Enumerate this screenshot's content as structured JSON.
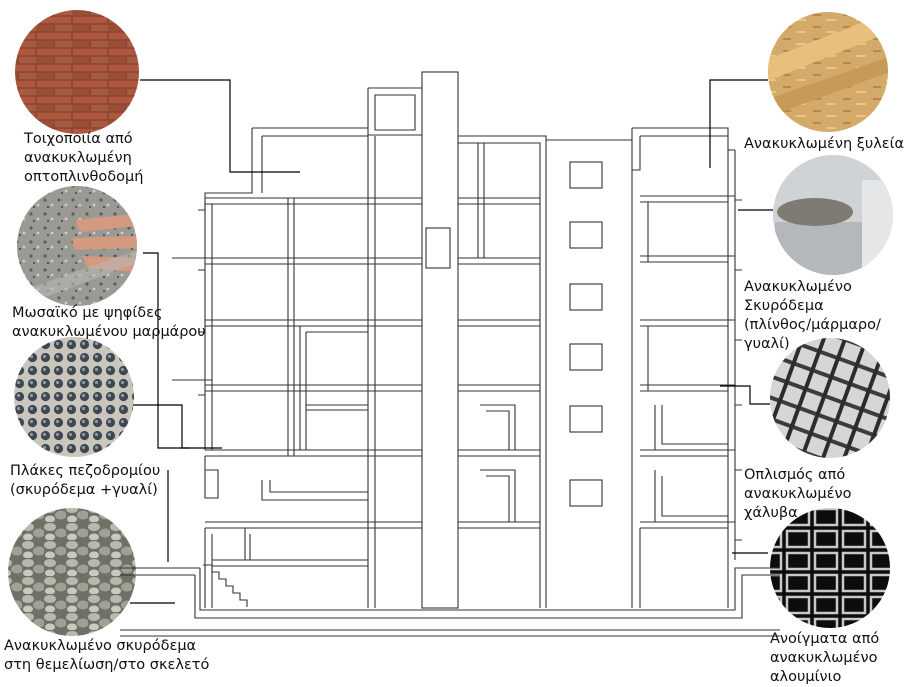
{
  "materials": {
    "brick_wall": {
      "lines": [
        "Τοιχοποιία από",
        "ανακυκλωμένη",
        "οπτοπλινθοδομή"
      ],
      "icon": "bricks-photo"
    },
    "mosaic": {
      "lines": [
        "Μωσαϊκό με ψηφίδες",
        "ανακυκλωμένου μαρμάρου"
      ],
      "icon": "marble-mosaic-photo"
    },
    "paving": {
      "lines": [
        "Πλάκες πεζοδρομίου",
        "(σκυρόδεμα +γυαλί)"
      ],
      "icon": "glass-paving-photo"
    },
    "foundation": {
      "lines": [
        "Ανακυκλωμένο σκυρόδεμα",
        "στη θεμελίωση/στο σκελετό"
      ],
      "icon": "crushed-concrete-photo"
    },
    "timber": {
      "lines": [
        "Ανακυκλωμένη ξυλεία"
      ],
      "icon": "timber-photo"
    },
    "concrete": {
      "lines": [
        "Ανακυκλωμένο",
        "Σκυρόδεμα",
        "(πλίνθος/μάρμαρο/",
        "γυαλί)"
      ],
      "icon": "concrete-block-photo"
    },
    "steel": {
      "lines": [
        "Οπλισμός από",
        "ανακυκλωμένο",
        "χάλυβα"
      ],
      "icon": "steel-rebar-photo"
    },
    "aluminium": {
      "lines": [
        "Ανοίγματα από",
        "ανακυκλωμένο",
        "αλουμίνιο"
      ],
      "icon": "aluminium-profile-photo"
    }
  },
  "colors": {
    "line": "#333333",
    "leader": "#000000",
    "background": "#ffffff"
  }
}
